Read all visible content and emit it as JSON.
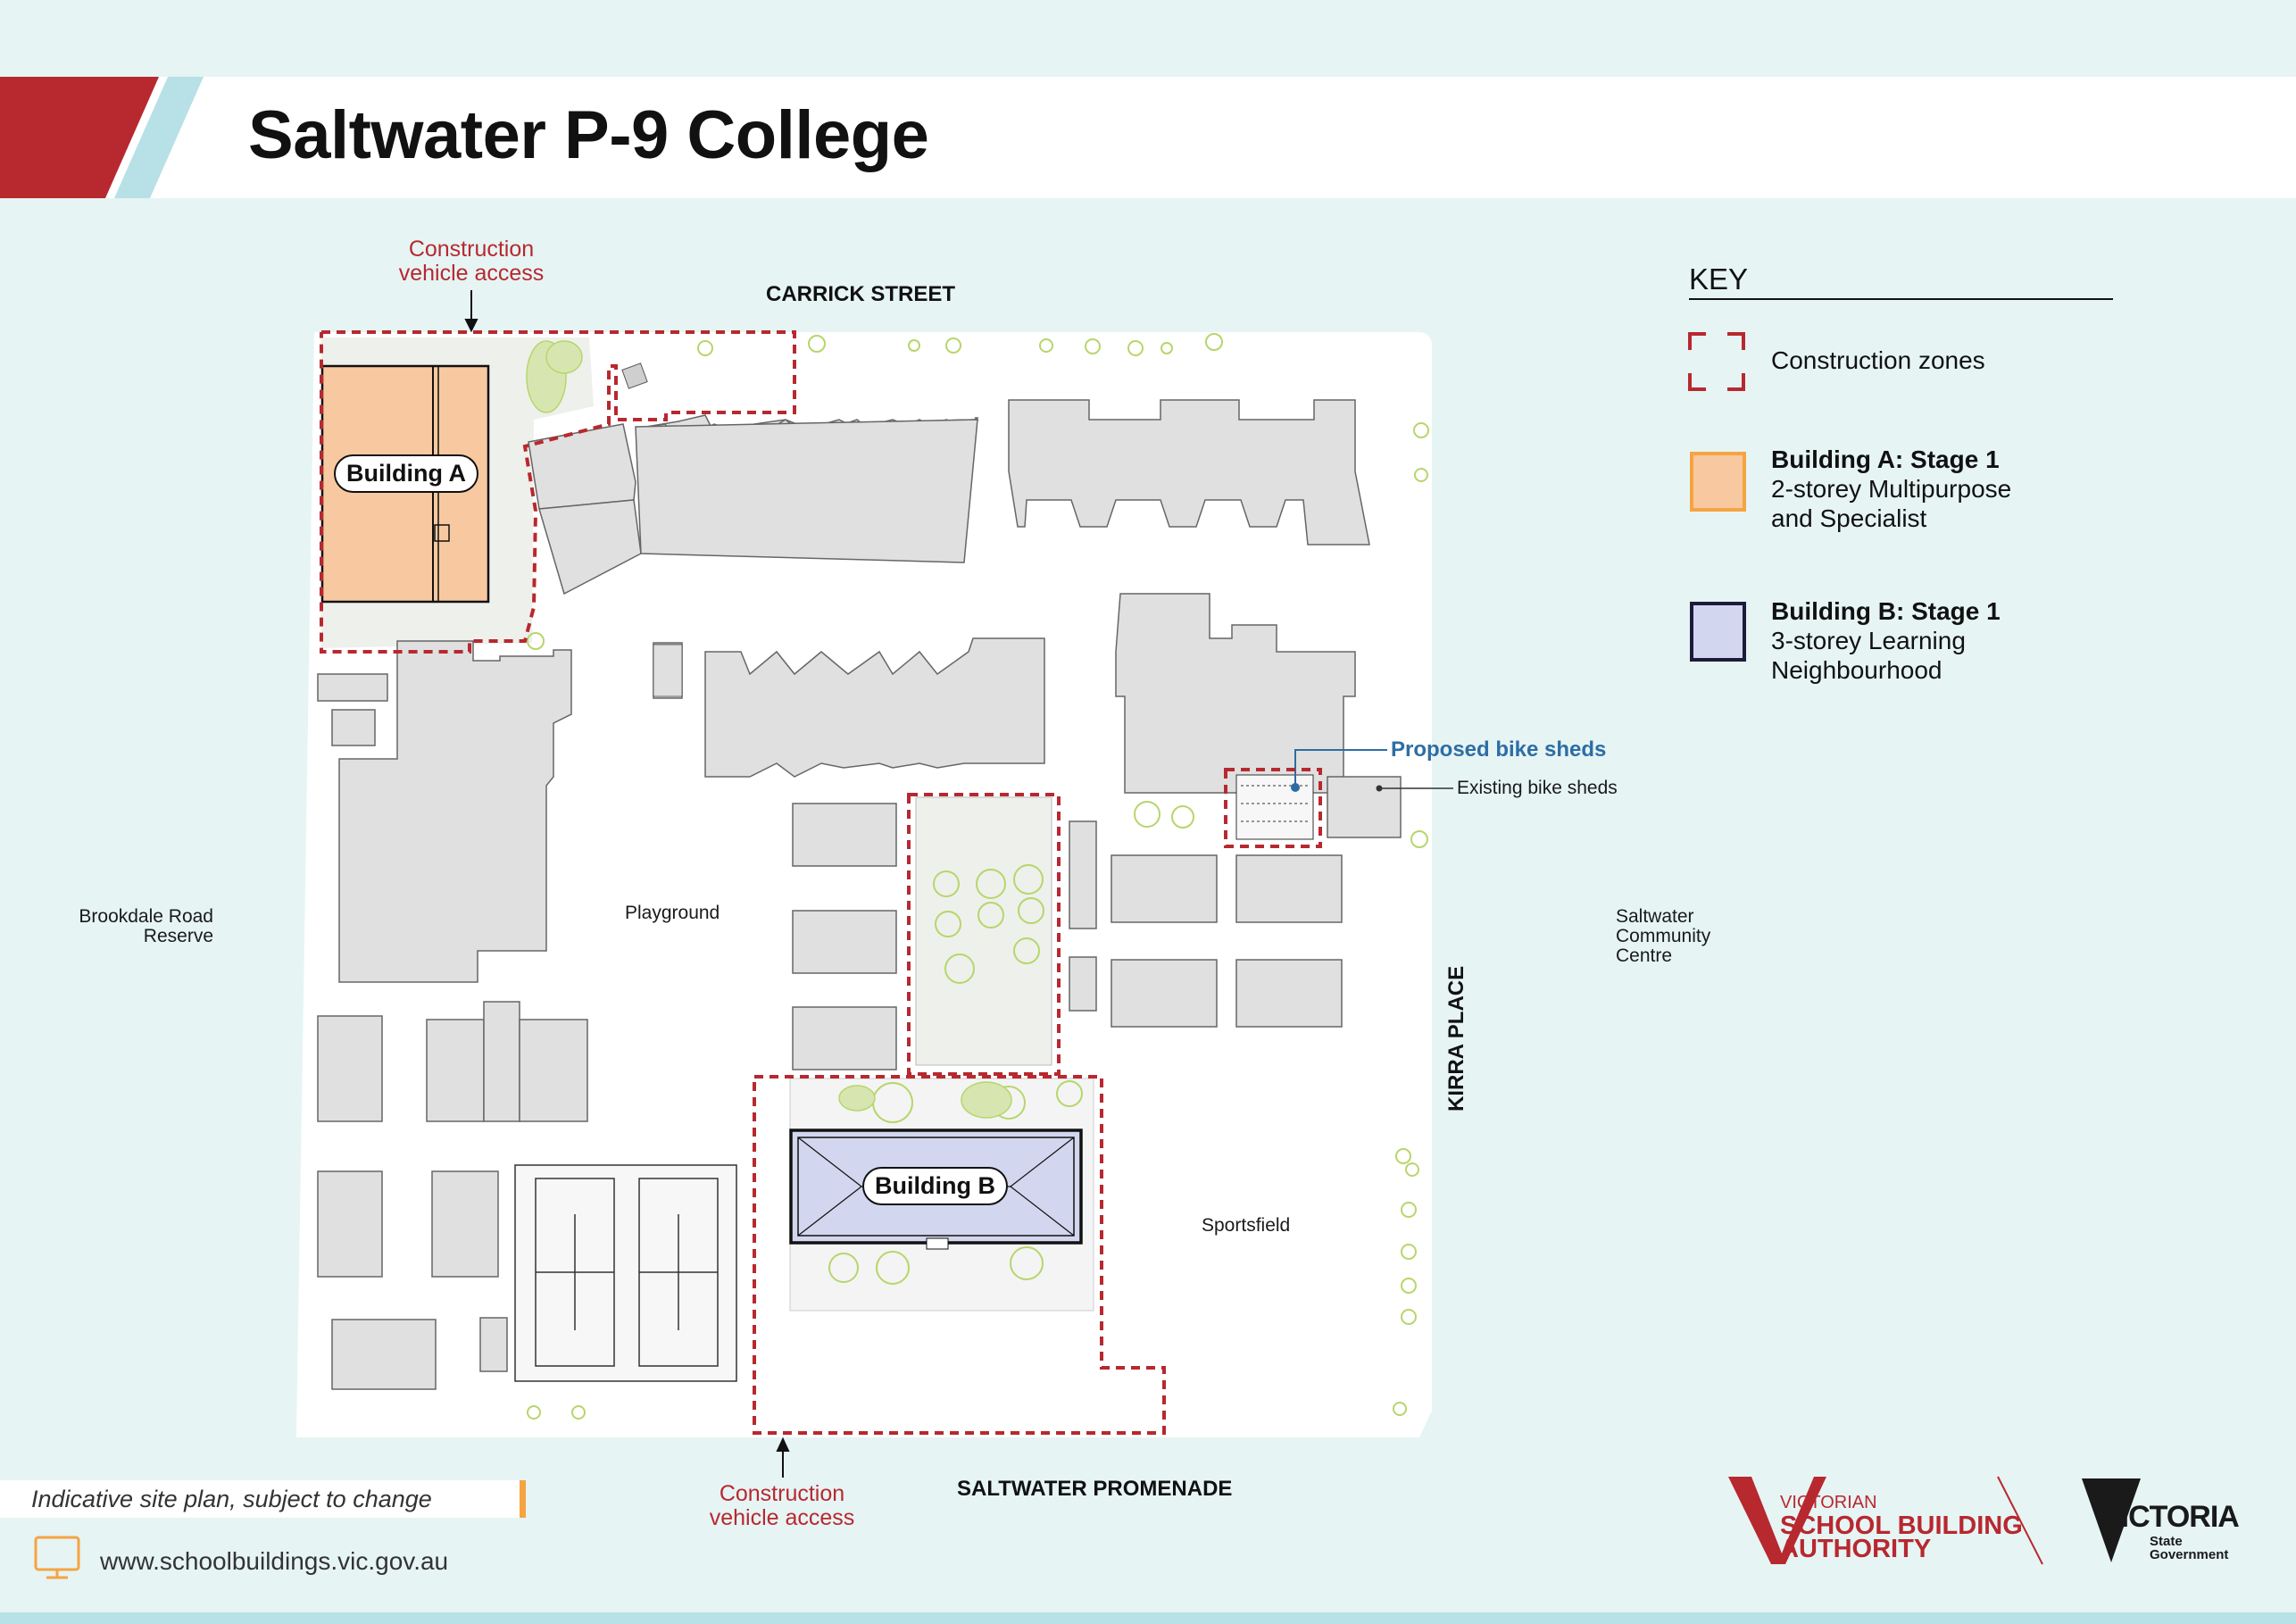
{
  "title": "Saltwater P-9 College",
  "streets": {
    "north": "CARRICK STREET",
    "south": "SALTWATER PROMENADE",
    "east": "KIRRA PLACE"
  },
  "places": {
    "west_line1": "Brookdale Road",
    "west_line2": "Reserve",
    "east_line1": "Saltwater",
    "east_line2": "Community",
    "east_line3": "Centre",
    "playground": "Playground",
    "sportsfield": "Sportsfield"
  },
  "callouts": {
    "access_line1": "Construction",
    "access_line2": "vehicle access",
    "proposed_bike_sheds": "Proposed bike sheds",
    "existing_bike_sheds": "Existing bike sheds"
  },
  "buildings": {
    "a": "Building A",
    "b": "Building B"
  },
  "key": {
    "title": "KEY",
    "zones": "Construction zones",
    "a_title": "Building A: Stage 1",
    "a_line1": "2-storey Multipurpose",
    "a_line2": "and Specialist",
    "b_title": "Building B: Stage 1",
    "b_line1": "3-storey Learning",
    "b_line2": "Neighbourhood"
  },
  "footer": {
    "disclaimer": "Indicative site plan, subject to change",
    "website": "www.schoolbuildings.vic.gov.au",
    "vsba_line1": "VICTORIAN",
    "vsba_line2": "SCHOOL BUILDING",
    "vsba_line3": "AUTHORITY",
    "vic_main": "VICTORIA",
    "vic_sub1": "State",
    "vic_sub2": "Government"
  },
  "colors": {
    "construction_zone": "#b8282f",
    "building_a": "#f8c9a0",
    "building_a_border": "#f5a441",
    "building_b": "#d2d6ee",
    "building_b_border": "#1c1c3a",
    "bike_shed_callout": "#2e6da4",
    "existing_building": "#e0e0e0"
  }
}
